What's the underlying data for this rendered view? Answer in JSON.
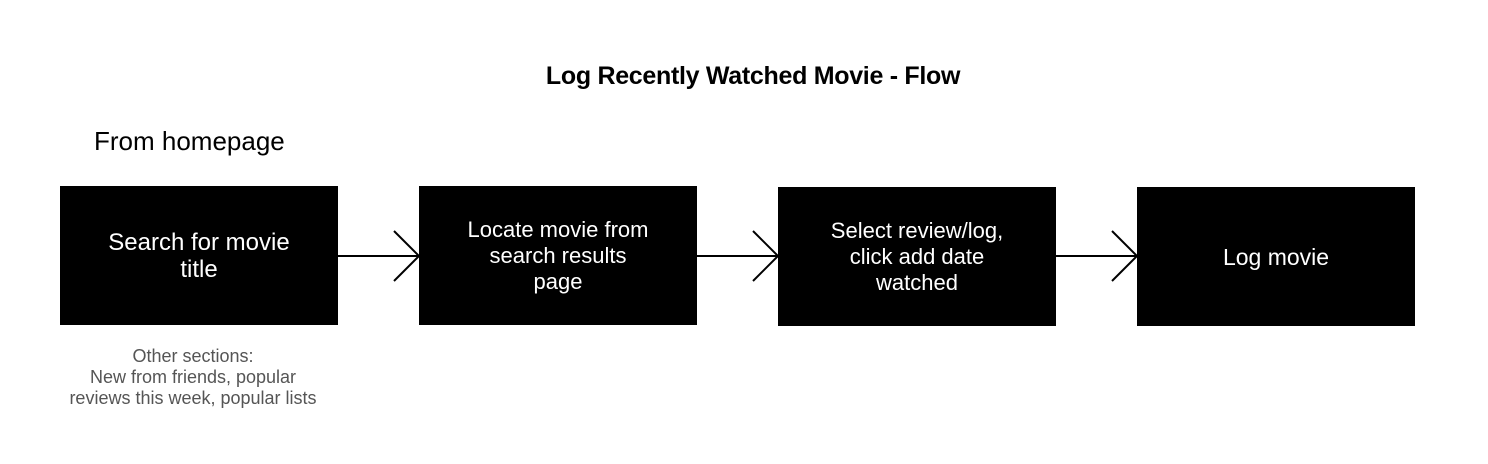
{
  "title": "Log Recently Watched Movie  - Flow",
  "start_label": "From homepage",
  "steps": [
    {
      "label": "Search for movie\ntitle"
    },
    {
      "label": "Locate movie from\nsearch results\npage"
    },
    {
      "label": "Select review/log,\nclick add date\nwatched"
    },
    {
      "label": "Log movie"
    }
  ],
  "note": "Other sections:\nNew from friends, popular\nreviews this week, popular lists",
  "colors": {
    "box_fill": "#000000",
    "box_text": "#ffffff",
    "note_text": "#555555",
    "arrow": "#000000"
  }
}
